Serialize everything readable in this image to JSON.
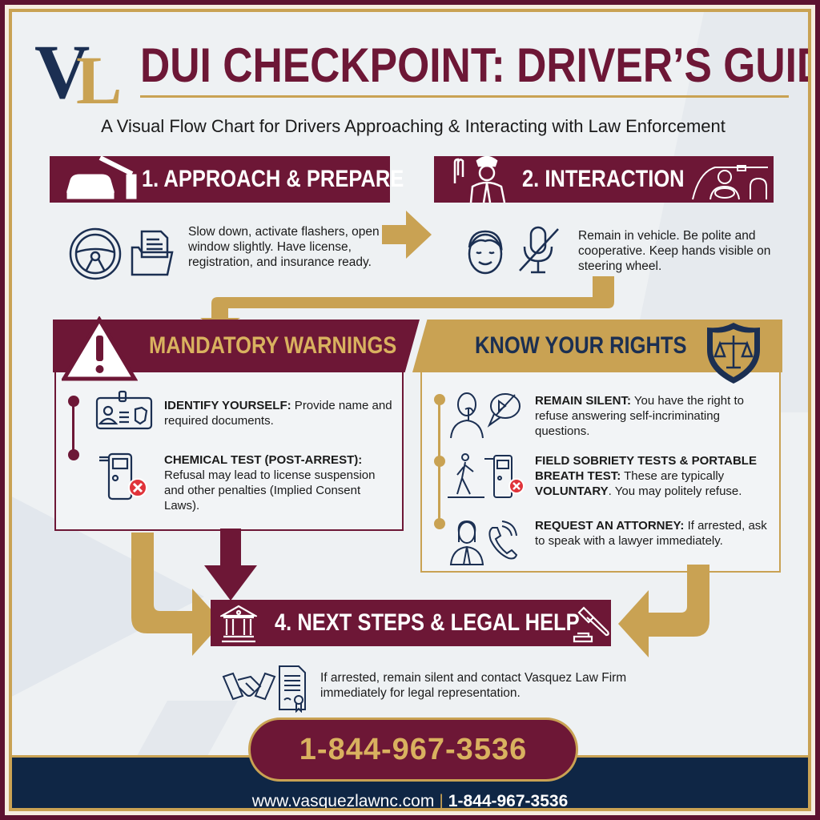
{
  "header": {
    "logo": {
      "v": "V",
      "l": "L"
    },
    "title": "DUI CHECKPOINT: DRIVER’S GUIDE",
    "subtitle": "A Visual Flow Chart for Drivers Approaching & Interacting with Law Enforcement"
  },
  "steps": [
    {
      "title": "1. APPROACH & PREPARE",
      "text": "Slow down, activate flashers, open window slightly. Have license, registration, and insurance ready.",
      "icons": [
        "car-checkpoint-icon",
        "steering-wheel-icon",
        "document-folder-icon"
      ]
    },
    {
      "title": "2. INTERACTION",
      "text": "Remain in vehicle. Be polite and cooperative. Keep hands visible on steering wheel.",
      "icons": [
        "police-officer-icon",
        "driver-in-car-icon",
        "calm-face-icon",
        "muted-microphone-icon"
      ]
    }
  ],
  "warnings": {
    "title": "MANDATORY WARNINGS",
    "items": [
      {
        "label": "IDENTIFY YOURSELF:",
        "text": " Provide name and required documents.",
        "icon": "id-card-icon"
      },
      {
        "label": "CHEMICAL TEST (POST-ARREST):",
        "text": " Refusal may lead to license suspension and other penalties (Implied Consent Laws).",
        "icon": "breathalyzer-refuse-icon"
      }
    ]
  },
  "rights": {
    "title": "KNOW YOUR RIGHTS",
    "items": [
      {
        "label": "REMAIN SILENT:",
        "text": " You have the right to refuse answering self-incriminating questions.",
        "icon": "silent-person-icon"
      },
      {
        "label": "FIELD SOBRIETY TESTS & PORTABLE BREATH TEST:",
        "text": " These are typically ",
        "emph": "VOLUNTARY",
        "text2": ". You may politely refuse.",
        "icon": "walking-test-icon"
      },
      {
        "label": "REQUEST AN ATTORNEY:",
        "text": " If arrested, ask to speak with a lawyer immediately.",
        "icon": "lawyer-phone-icon"
      }
    ]
  },
  "next_steps": {
    "title": "4. NEXT STEPS & LEGAL HELP",
    "text": "If arrested, remain silent and contact Vasquez Law Firm immediately for legal representation."
  },
  "contact": {
    "phone": "1-844-967-3536",
    "website": "www.vasquezlawnc.com",
    "separator": "|",
    "footer_phone": "1-844-967-3536"
  },
  "colors": {
    "maroon": "#6d1736",
    "gold": "#c9a253",
    "navy": "#0f2645",
    "background": "#eef1f3",
    "red_x": "#e0333a"
  }
}
